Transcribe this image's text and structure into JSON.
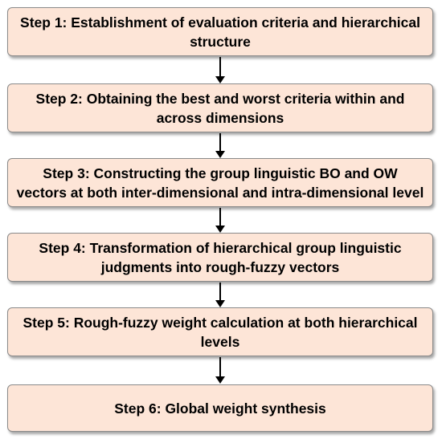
{
  "colors": {
    "box_fill": "#fde5d7",
    "box_border": "#8a8a8a",
    "arrow": "#000000",
    "text": "#000000"
  },
  "steps": [
    {
      "text": "Step 1: Establishment of evaluation criteria and hierarchical structure"
    },
    {
      "text": "Step 2: Obtaining the best and worst criteria within and across dimensions"
    },
    {
      "text": "Step 3: Constructing the group linguistic BO and OW vectors at both inter-dimensional and intra-dimensional level"
    },
    {
      "text": "Step 4: Transformation of hierarchical group linguistic judgments into rough-fuzzy vectors"
    },
    {
      "text": "Step 5: Rough-fuzzy weight calculation at both hierarchical levels"
    },
    {
      "text": "Step 6: Global weight synthesis"
    }
  ]
}
